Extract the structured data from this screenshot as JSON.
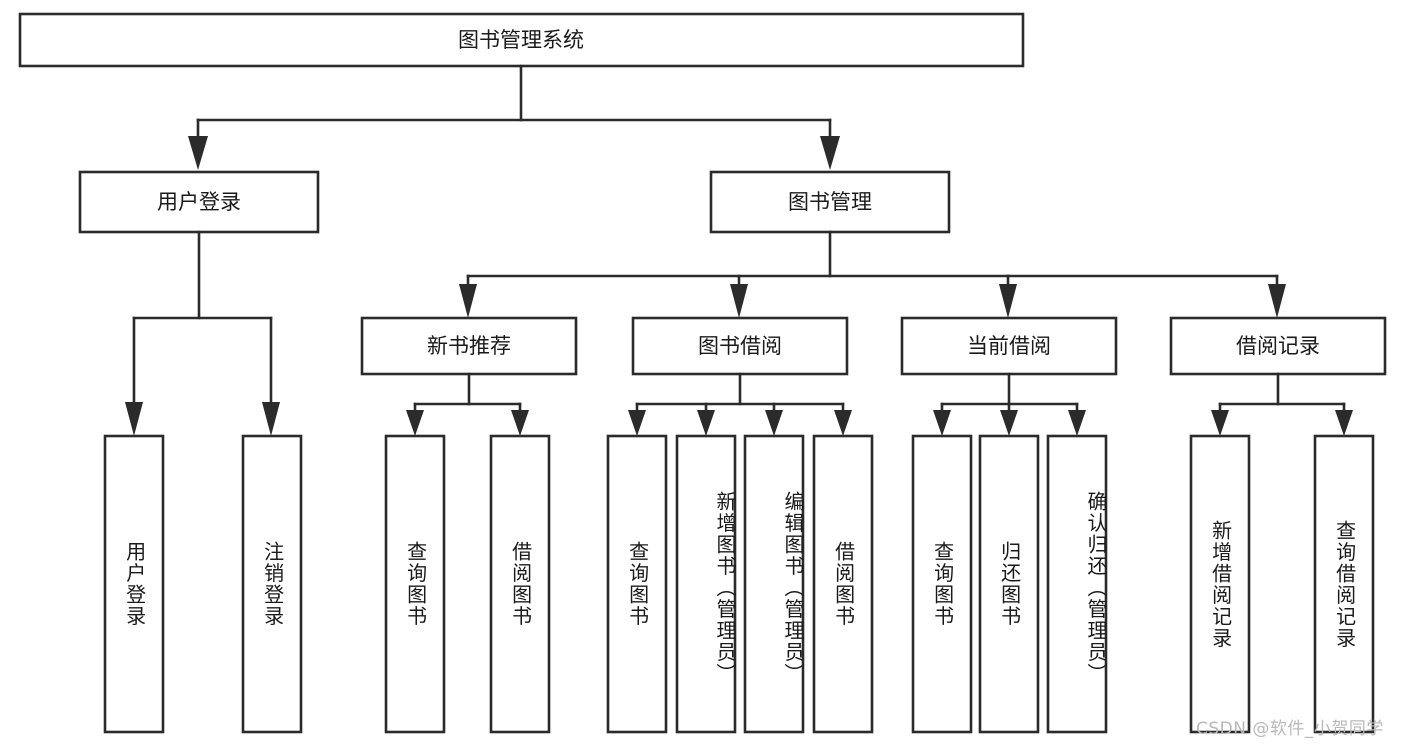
{
  "diagram": {
    "type": "tree-hierarchy",
    "title": "图书管理系统",
    "root": {
      "id": "root",
      "label": "图书管理系统",
      "level": 0
    },
    "level1": [
      {
        "id": "user-login",
        "label": "用户登录"
      },
      {
        "id": "book-management",
        "label": "图书管理"
      }
    ],
    "level2": [
      {
        "id": "new-book-recommend",
        "label": "新书推荐",
        "parent": "book-management"
      },
      {
        "id": "book-borrow",
        "label": "图书借阅",
        "parent": "book-management"
      },
      {
        "id": "current-borrow",
        "label": "当前借阅",
        "parent": "book-management"
      },
      {
        "id": "borrow-record",
        "label": "借阅记录",
        "parent": "book-management"
      }
    ],
    "leaves": {
      "user-login": [
        {
          "id": "leaf-user-login",
          "label": "用户登录"
        },
        {
          "id": "leaf-user-logout",
          "label": "注销登录"
        }
      ],
      "new-book-recommend": [
        {
          "id": "leaf-query-book-1",
          "label": "查询图书"
        },
        {
          "id": "leaf-borrow-book-1",
          "label": "借阅图书"
        }
      ],
      "book-borrow": [
        {
          "id": "leaf-query-book-2",
          "label": "查询图书"
        },
        {
          "id": "leaf-add-book",
          "label": "新增图书（管理员）"
        },
        {
          "id": "leaf-edit-book",
          "label": "编辑图书（管理员）"
        },
        {
          "id": "leaf-borrow-book-2",
          "label": "借阅图书"
        }
      ],
      "current-borrow": [
        {
          "id": "leaf-query-book-3",
          "label": "查询图书"
        },
        {
          "id": "leaf-return-book",
          "label": "归还图书"
        },
        {
          "id": "leaf-confirm-return",
          "label": "确认归还（管理员）"
        }
      ],
      "borrow-record": [
        {
          "id": "leaf-add-record",
          "label": "新增借阅记录"
        },
        {
          "id": "leaf-query-record",
          "label": "查询借阅记录"
        }
      ]
    },
    "colors": {
      "stroke": "#2b2b2b",
      "fill": "#ffffff",
      "text": "#1a1a1a",
      "watermark": "#b9b9b9",
      "background": "#ffffff"
    }
  },
  "watermark": {
    "text": "CSDN @软件_小贺同学"
  }
}
